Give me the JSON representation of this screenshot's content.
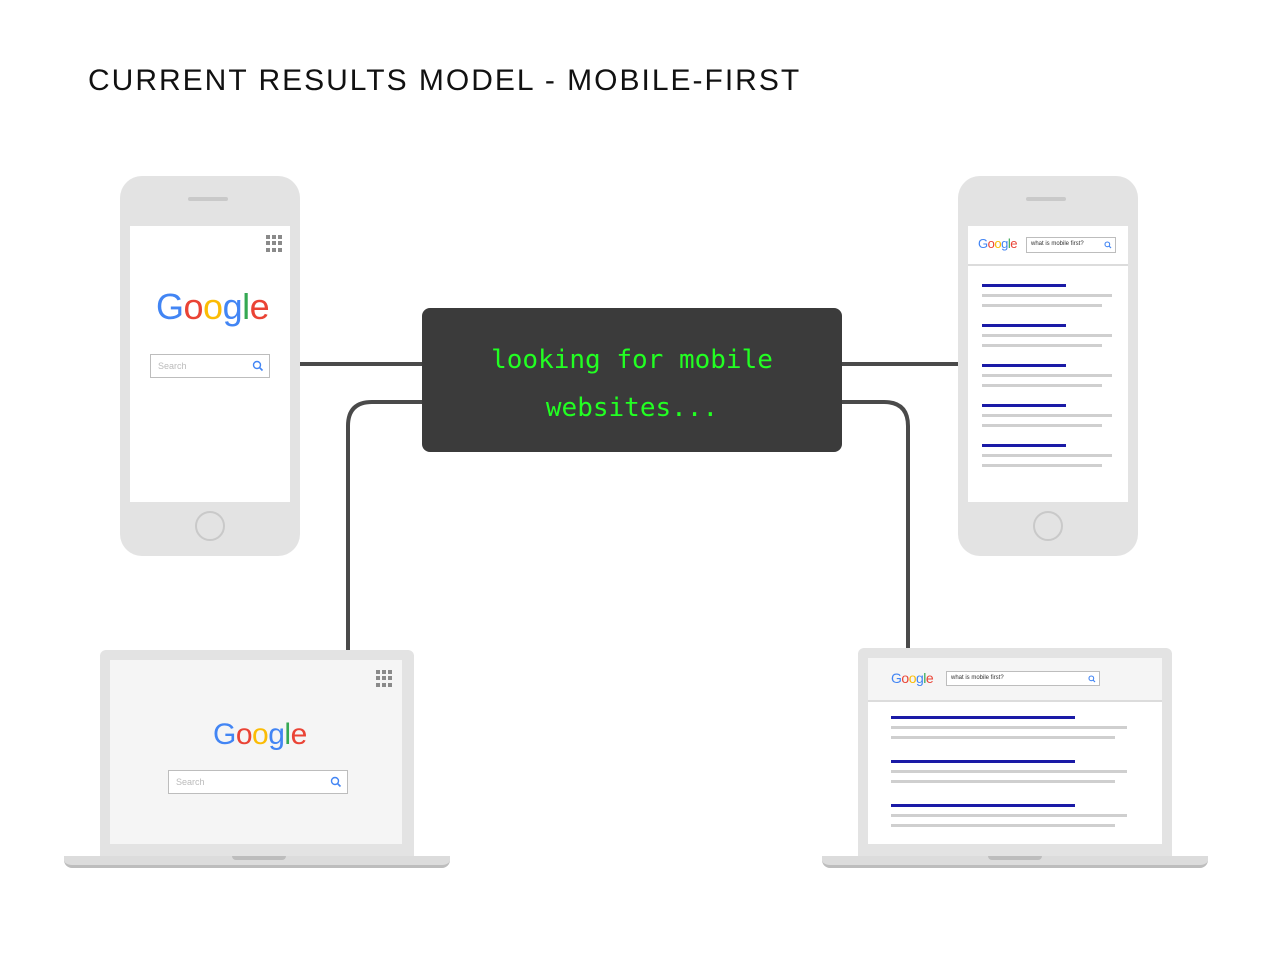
{
  "title": "CURRENT RESULTS MODEL - MOBILE-FIRST",
  "center_box": {
    "text": "looking for mobile\nwebsites..."
  },
  "google_logo": {
    "letters": [
      "G",
      "o",
      "o",
      "g",
      "l",
      "e"
    ]
  },
  "left_phone": {
    "search_placeholder": "Search"
  },
  "left_laptop": {
    "search_placeholder": "Search"
  },
  "right_phone": {
    "query": "what is mobile first?",
    "result_count": 5
  },
  "right_laptop": {
    "query": "what is mobile first?",
    "result_count": 3
  },
  "colors": {
    "terminal_bg": "#3b3b3b",
    "terminal_text": "#22ff22",
    "connector": "#4a4a4a",
    "device_frame": "#e3e3e3",
    "result_title": "#1a1aa6",
    "result_line": "#cfcfcf",
    "google_blue": "#4285f4",
    "google_red": "#ea4335",
    "google_yellow": "#fbbc05",
    "google_green": "#34a853"
  }
}
